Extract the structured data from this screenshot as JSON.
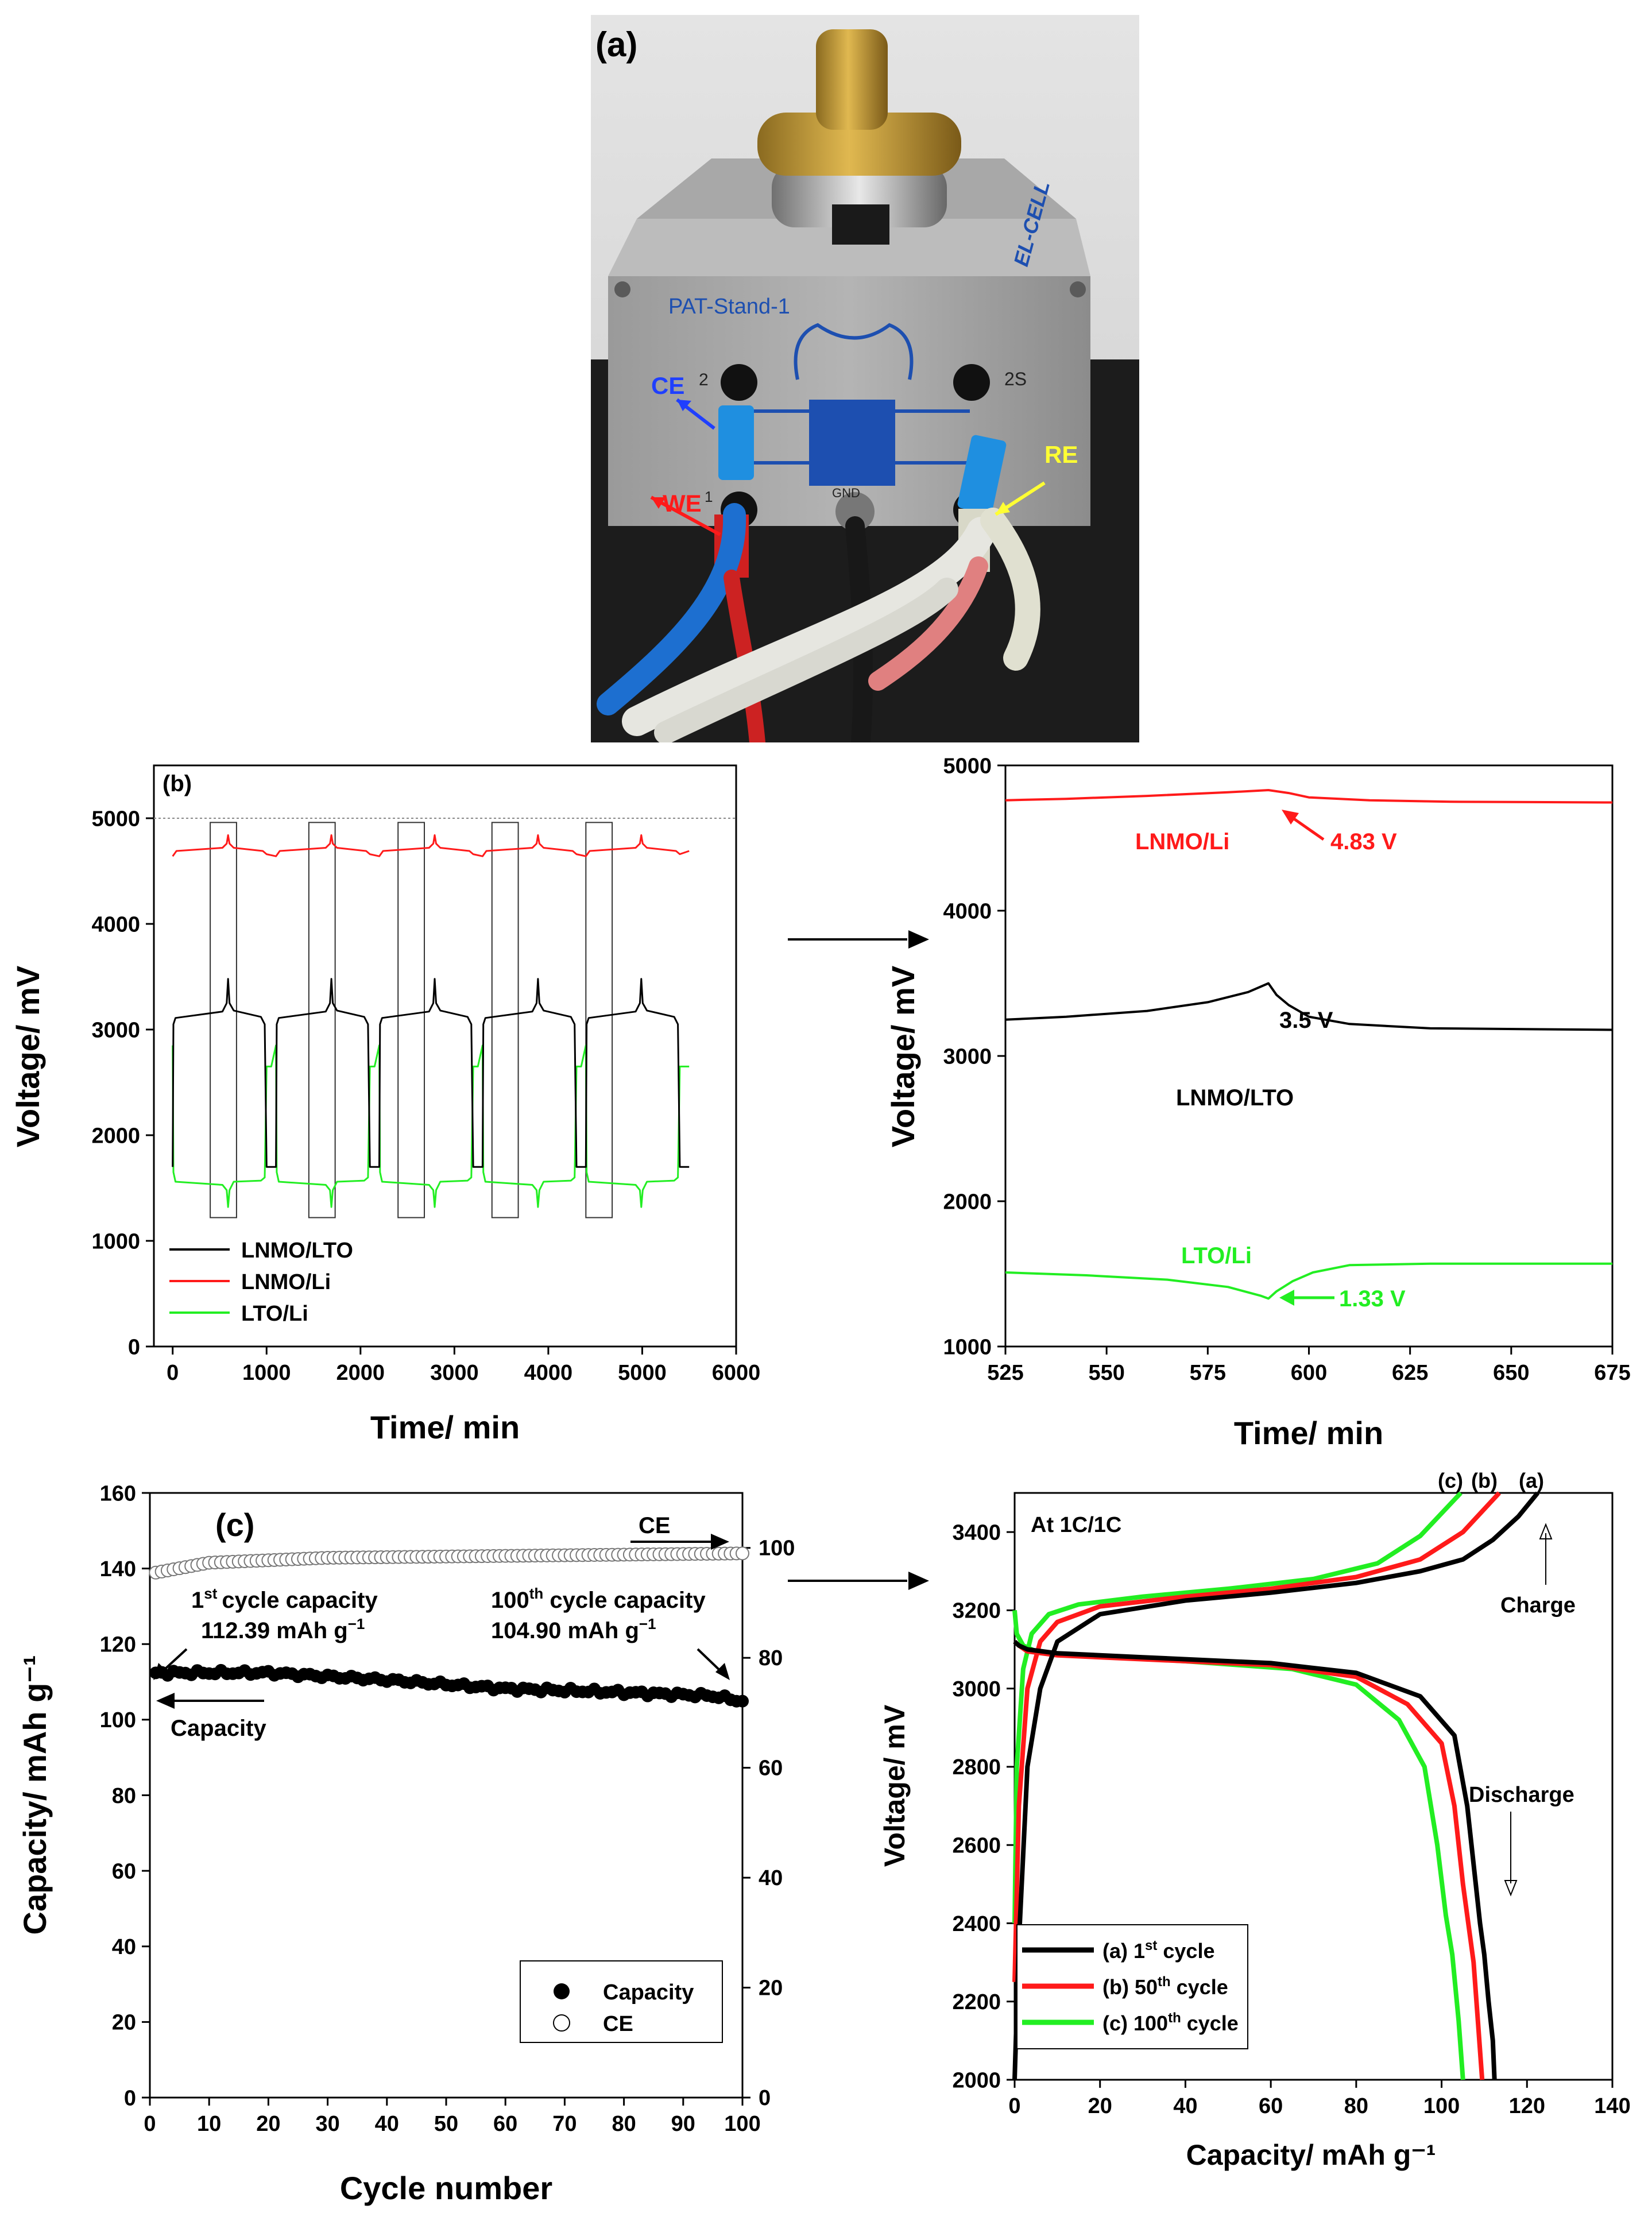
{
  "panel_a": {
    "label": "(a)",
    "stand_name": "PAT-Stand-1",
    "brand": "EL-CELL",
    "callouts": [
      {
        "text": "CE",
        "color": "#1f3fff"
      },
      {
        "text": "WE",
        "color": "#ff1a1a"
      },
      {
        "text": "RE",
        "color": "#ffff33"
      }
    ],
    "port_labels": [
      "2",
      "2S",
      "1",
      "GND"
    ]
  },
  "colors": {
    "black": "#000000",
    "red": "#ff1a1a",
    "green": "#22ee22"
  },
  "chart_data": [
    {
      "id": "b_full",
      "type": "line",
      "panel_label": "(b)",
      "xlabel": "Time/ min",
      "ylabel": "Voltage/ mV",
      "xlim": [
        -200,
        6000
      ],
      "ylim": [
        0,
        5500
      ],
      "xticks": [
        0,
        1000,
        2000,
        3000,
        4000,
        5000,
        6000
      ],
      "yticks": [
        0,
        1000,
        2000,
        3000,
        4000,
        5000
      ],
      "reference_line": 5000,
      "highlight_windows": [
        [
          400,
          680
        ],
        [
          1450,
          1730
        ],
        [
          2400,
          2680
        ],
        [
          3400,
          3680
        ],
        [
          4400,
          4680
        ]
      ],
      "highlight_ylim": [
        1220,
        4960
      ],
      "legend": "bottom-left",
      "series": [
        {
          "name": "LNMO/LTO",
          "color": "#000000"
        },
        {
          "name": "LNMO/Li",
          "color": "#ff1a1a"
        },
        {
          "name": "LTO/Li",
          "color": "#22ee22"
        }
      ],
      "cycles": {
        "starts": [
          0,
          1100,
          2200,
          3300,
          4400
        ],
        "charge_duration": 1000,
        "rest": 50,
        "peak_times": [
          590,
          1690,
          2790,
          3890,
          4990
        ],
        "end_time": 5500
      }
    },
    {
      "id": "b_zoom",
      "type": "line",
      "xlabel": "Time/ min",
      "ylabel": "Voltage/ mV",
      "xlim": [
        525,
        675
      ],
      "ylim": [
        1000,
        5000
      ],
      "xticks": [
        525,
        550,
        575,
        600,
        625,
        650,
        675
      ],
      "yticks": [
        1000,
        2000,
        3000,
        4000,
        5000
      ],
      "grid": false,
      "series": [
        {
          "name": "LNMO/Li",
          "color": "#ff1a1a",
          "x": [
            525,
            540,
            560,
            580,
            590,
            595,
            600,
            615,
            635,
            675
          ],
          "y": [
            4760,
            4770,
            4790,
            4815,
            4830,
            4810,
            4780,
            4760,
            4750,
            4745
          ]
        },
        {
          "name": "LNMO/LTO",
          "color": "#000000",
          "x": [
            525,
            540,
            560,
            575,
            585,
            590,
            592,
            595,
            600,
            610,
            630,
            675
          ],
          "y": [
            3250,
            3270,
            3310,
            3370,
            3440,
            3500,
            3420,
            3350,
            3270,
            3220,
            3190,
            3180
          ]
        },
        {
          "name": "LTO/Li",
          "color": "#22ee22",
          "x": [
            525,
            545,
            565,
            580,
            588,
            590,
            592,
            596,
            601,
            610,
            630,
            675
          ],
          "y": [
            1510,
            1490,
            1460,
            1410,
            1350,
            1330,
            1380,
            1450,
            1510,
            1560,
            1570,
            1570
          ]
        }
      ],
      "annotations": [
        {
          "text": "LNMO/Li",
          "color": "#ff1a1a"
        },
        {
          "text": "4.83 V",
          "color": "#ff1a1a"
        },
        {
          "text": "3.5 V",
          "color": "#000000"
        },
        {
          "text": "LNMO/LTO",
          "color": "#000000"
        },
        {
          "text": "LTO/Li",
          "color": "#22ee22"
        },
        {
          "text": "1.33 V",
          "color": "#22ee22"
        }
      ]
    },
    {
      "id": "c_cycle",
      "type": "scatter",
      "panel_label": "(c)",
      "xlabel": "Cycle number",
      "ylabel": "Capacity/ mAh g⁻¹",
      "xlim": [
        0,
        100
      ],
      "ylim": [
        0,
        160
      ],
      "y2lim": [
        0,
        110
      ],
      "xticks": [
        0,
        10,
        20,
        30,
        40,
        50,
        60,
        70,
        80,
        90,
        100
      ],
      "yticks": [
        0,
        20,
        40,
        60,
        80,
        100,
        120,
        140,
        160
      ],
      "y2ticks": [
        0,
        20,
        40,
        60,
        80,
        100
      ],
      "legend": "bottom-right",
      "capacity_profile": {
        "x": [
          1,
          20,
          40,
          60,
          80,
          95,
          100
        ],
        "y": [
          112.39,
          112.4,
          110.5,
          108.2,
          107.2,
          106.3,
          104.9
        ]
      },
      "ce_profile": {
        "x": [
          1,
          10,
          30,
          100
        ],
        "y": [
          95.5,
          97.3,
          98.2,
          99.0
        ]
      },
      "series": [
        {
          "name": "Capacity",
          "marker": "filled-circle"
        },
        {
          "name": "CE",
          "marker": "open-circle"
        }
      ],
      "annotations": {
        "ce_label": "CE",
        "capacity_label": "Capacity",
        "first_cycle_line1": "cycle capacity",
        "first_cycle_sup": "st",
        "first_cycle_num": "1",
        "first_cycle_value": "112.39 mAh g",
        "hundredth_line1": "100",
        "hundredth_sup": "th",
        "hundredth_rest": " cycle capacity",
        "hundredth_value": "104.90 mAh g",
        "unit_sup": "−1"
      }
    },
    {
      "id": "c_voltage",
      "type": "line",
      "xlabel": "Capacity/ mAh g⁻¹",
      "ylabel": "Voltage/ mV",
      "xlim": [
        0,
        140
      ],
      "ylim": [
        2000,
        3500
      ],
      "xticks": [
        0,
        20,
        40,
        60,
        80,
        100,
        120,
        140
      ],
      "yticks": [
        2000,
        2200,
        2400,
        2600,
        2800,
        3000,
        3200,
        3400
      ],
      "condition_label": "At 1C/1C",
      "charge_label": "Charge",
      "discharge_label": "Discharge",
      "top_labels": [
        "(c)",
        "(b)",
        "(a)"
      ],
      "legend": "bottom-left",
      "series": [
        {
          "name": "(a) 1st cycle",
          "color": "#000000",
          "charge": {
            "x": [
              0,
              1,
              3,
              6,
              10,
              20,
              40,
              60,
              80,
              95,
              105,
              112,
              118,
              122.5
            ],
            "y": [
              2000,
              2350,
              2800,
              3000,
              3120,
              3190,
              3225,
              3245,
              3270,
              3300,
              3330,
              3380,
              3440,
              3500
            ]
          },
          "discharge": {
            "x": [
              0,
              1,
              3,
              10,
              30,
              60,
              80,
              95,
              103,
              106,
              108,
              109,
              110,
              111,
              112,
              112.39
            ],
            "y": [
              3120,
              3110,
              3100,
              3090,
              3080,
              3065,
              3040,
              2980,
              2880,
              2700,
              2500,
              2400,
              2320,
              2200,
              2100,
              2000
            ]
          }
        },
        {
          "name": "(b) 50th cycle",
          "color": "#ff1a1a",
          "charge": {
            "x": [
              0,
              1,
              3,
              6,
              10,
              20,
              40,
              60,
              80,
              95,
              105,
              113.5
            ],
            "y": [
              2250,
              2700,
              3000,
              3120,
              3170,
              3210,
              3235,
              3255,
              3285,
              3330,
              3400,
              3500
            ]
          },
          "discharge": {
            "x": [
              0,
              1,
              3,
              10,
              30,
              60,
              80,
              92,
              100,
              103,
              105,
              106.5,
              107.5,
              108.5,
              109.5
            ],
            "y": [
              3120,
              3110,
              3095,
              3085,
              3075,
              3060,
              3030,
              2960,
              2860,
              2700,
              2500,
              2380,
              2300,
              2150,
              2000
            ]
          }
        },
        {
          "name": "(c) 100th cycle",
          "color": "#22ee22",
          "charge": {
            "x": [
              0,
              0.5,
              2,
              4,
              8,
              15,
              30,
              50,
              70,
              85,
              95,
              104.5
            ],
            "y": [
              2400,
              2800,
              3050,
              3140,
              3190,
              3215,
              3235,
              3255,
              3280,
              3320,
              3390,
              3500
            ]
          },
          "discharge": {
            "x": [
              0,
              0.5,
              2,
              5,
              15,
              40,
              65,
              80,
              90,
              96,
              99,
              101,
              102.5,
              104,
              105
            ],
            "y": [
              3200,
              3140,
              3110,
              3095,
              3085,
              3070,
              3050,
              3010,
              2920,
              2800,
              2600,
              2420,
              2320,
              2150,
              2000
            ]
          }
        }
      ],
      "legend_labels": [
        {
          "prefix": "(a) 1",
          "sup": "st",
          "suffix": " cycle"
        },
        {
          "prefix": "(b) 50",
          "sup": "th",
          "suffix": " cycle"
        },
        {
          "prefix": "(c) 100",
          "sup": "th",
          "suffix": " cycle"
        }
      ]
    }
  ]
}
